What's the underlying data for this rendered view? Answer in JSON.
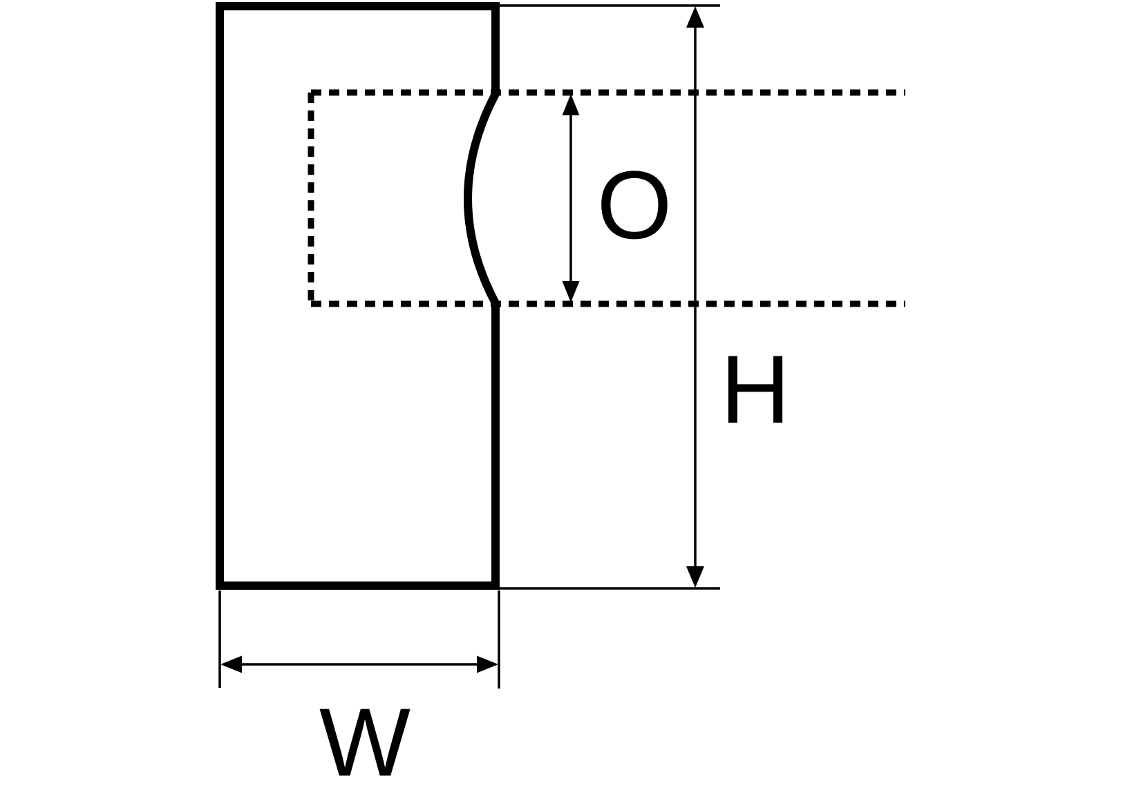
{
  "diagram": {
    "colors": {
      "line": "#000000",
      "background": "#ffffff"
    },
    "labels": {
      "opening": "O",
      "height": "H",
      "width": "W"
    }
  }
}
